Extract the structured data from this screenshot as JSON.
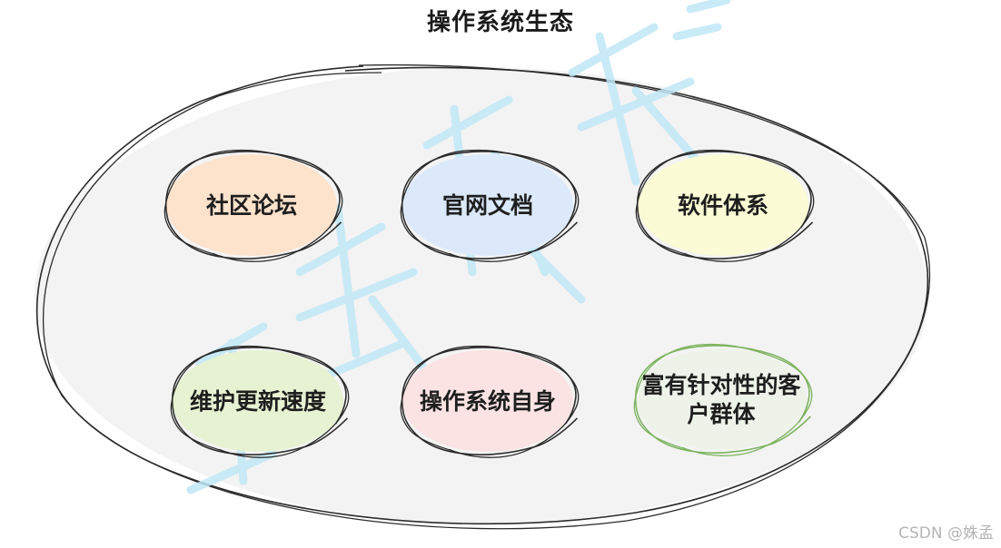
{
  "title": "操作系统生态",
  "nodes": [
    {
      "id": "community-forum",
      "lines": [
        "社区论坛"
      ],
      "fill": "#fde2cc",
      "stroke": "#2b2b2b"
    },
    {
      "id": "official-docs",
      "lines": [
        "官网文档"
      ],
      "fill": "#dbe9fb",
      "stroke": "#2b2b2b"
    },
    {
      "id": "software-system",
      "lines": [
        "软件体系"
      ],
      "fill": "#fbfbd6",
      "stroke": "#2b2b2b"
    },
    {
      "id": "maintenance-updates",
      "lines": [
        "维护更新速度"
      ],
      "fill": "#e6f2d2",
      "stroke": "#2b2b2b"
    },
    {
      "id": "os-itself",
      "lines": [
        "操作系统自身"
      ],
      "fill": "#fbe3e3",
      "stroke": "#2b2b2b"
    },
    {
      "id": "target-customers",
      "lines": [
        "富有针对性的客",
        "户群体"
      ],
      "fill": "#eef3ea",
      "stroke": "#7db35f"
    }
  ],
  "colors": {
    "outer_fill": "#f3f3f3",
    "outer_stroke": "#2b2b2b",
    "watermark": "#bfe6f6"
  },
  "credit": "CSDN @姝孟"
}
